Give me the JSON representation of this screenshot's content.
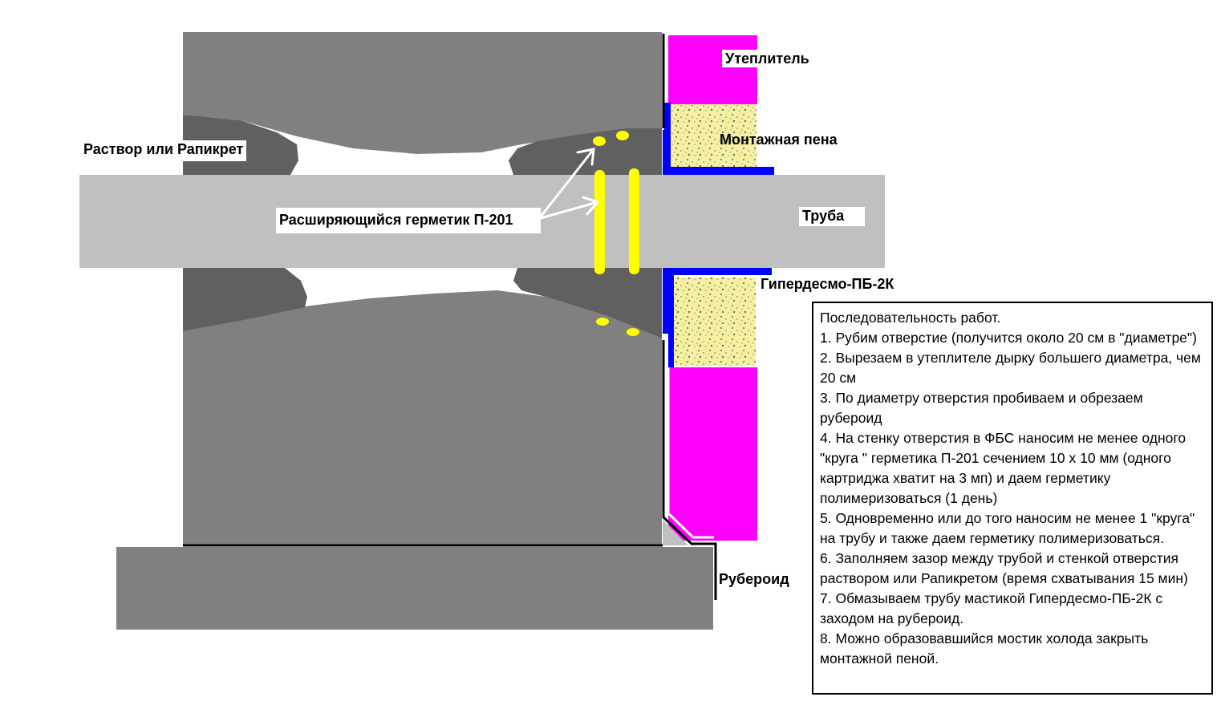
{
  "labels": {
    "insulation": "Утеплитель",
    "foam": "Монтажная пена",
    "mortar": "Раствор или Рапикрет",
    "pipe": "Труба",
    "sealant": "Расширяющийся герметик П-201",
    "mastic": "Гипердесмо-ПБ-2К",
    "roofing": "Рубероид"
  },
  "steps": {
    "title": "Последовательность работ.",
    "items": [
      "1. Рубим отверстие (получится около 20 см в \"диаметре\")",
      "2. Вырезаем в утеплителе дырку большего диаметра, чем 20 см",
      "3. По диаметру отверстия пробиваем и обрезаем рубероид",
      "4. На стенку отверстия в ФБС наносим не менее одного \"круга \" герметика П-201 сечением 10 х 10 мм (одного картриджа хватит на 3 мп) и даем герметику полимеризоваться (1 день)",
      "5. Одновременно или до того наносим не менее 1 \"круга\" на трубу и также даем герметику полимеризоваться.",
      "6. Заполняем зазор между трубой и стенкой отверстия раствором или Рапикретом (время схватывания 15 мин)",
      "7. Обмазываем трубу мастикой Гипердесмо-ПБ-2К с заходом на рубероид.",
      "8. Можно образовавшийся мостик холода закрыть монтажной пеной."
    ]
  },
  "colors": {
    "concrete": "#808080",
    "mortar": "#606060",
    "pipe": "#c0c0c0",
    "insulation": "#ff00ff",
    "foam": "#f5f0a0",
    "mastic": "#0000ff",
    "sealant": "#ffff00"
  }
}
